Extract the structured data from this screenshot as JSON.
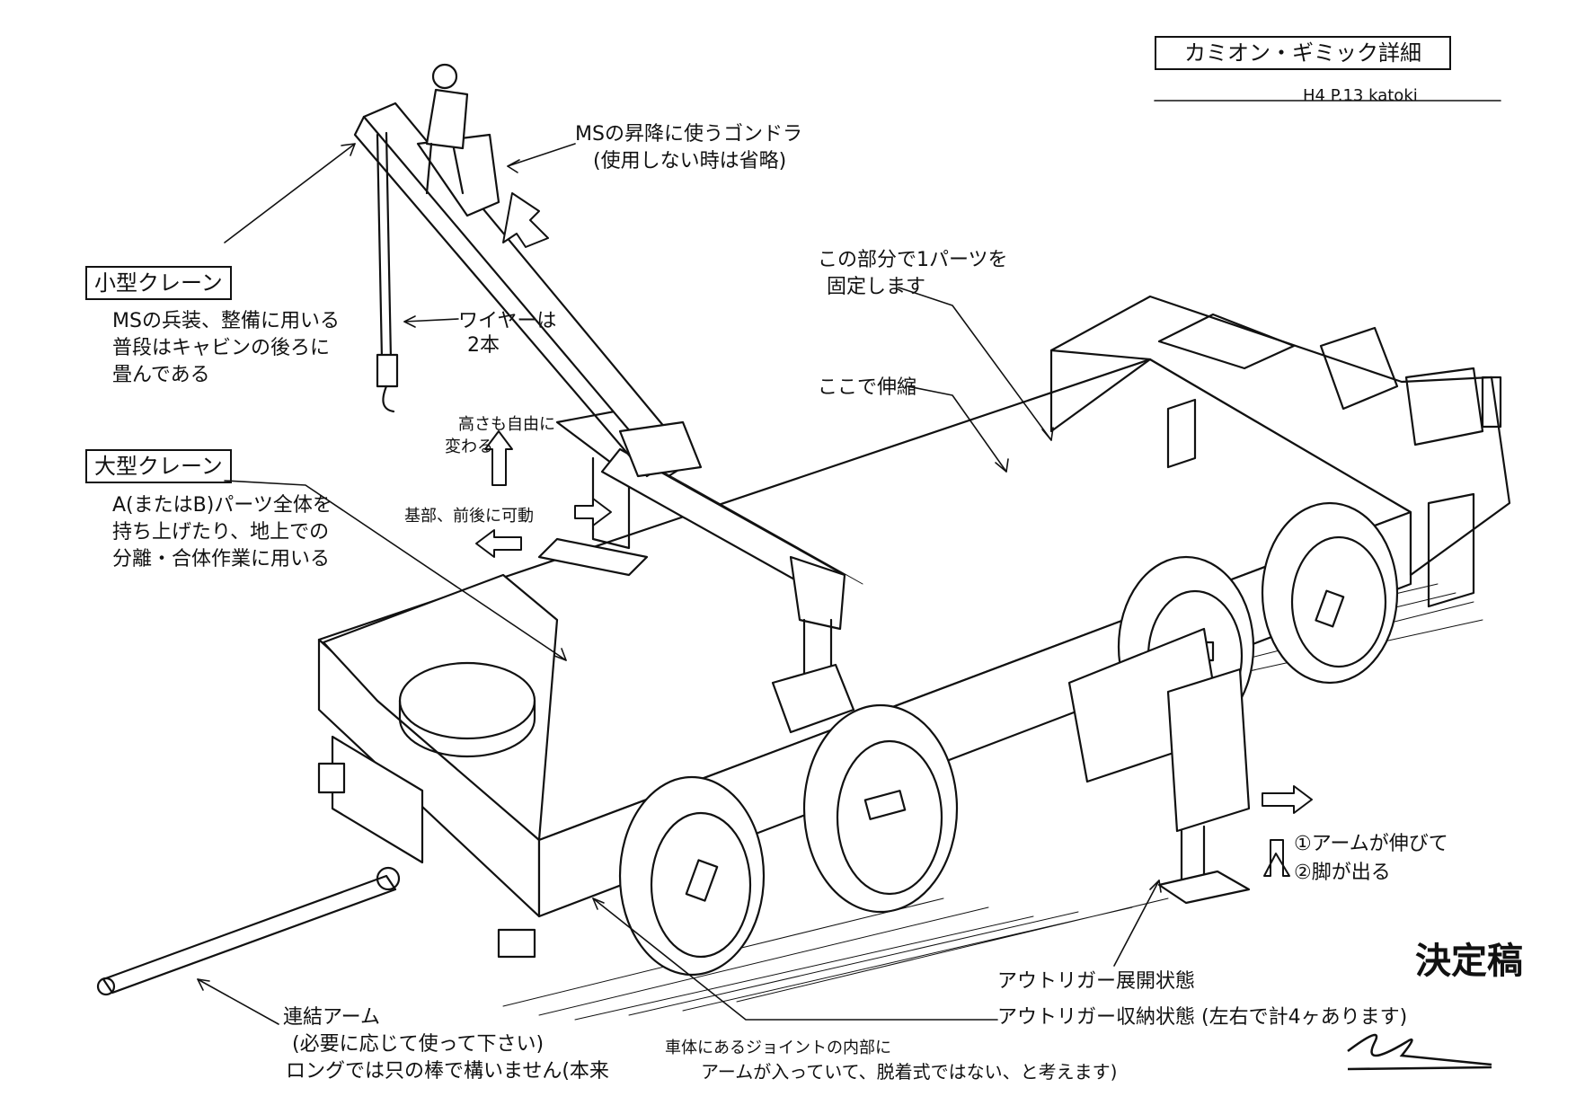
{
  "title": "カミオン・ギミック詳細",
  "ref": "H4 P.13 katoki",
  "stamp": "決定稿",
  "labels": {
    "gondola": "MSの昇降に使うゴンドラ",
    "gondola_note": "(使用しない時は省略)",
    "small_crane": "小型クレーン",
    "small_crane_desc1": "MSの兵装、整備に用いる",
    "small_crane_desc2": "普段はキャビンの後ろに",
    "small_crane_desc3": "畳んである",
    "wire1": "ワイヤーは",
    "wire2": "2本",
    "height1": "高さも自由に",
    "height2": "変わる",
    "base_move": "基部、前後に可動",
    "large_crane": "大型クレーン",
    "large_crane_desc1": "A(またはB)パーツ全体を",
    "large_crane_desc2": "持ち上げたり、地上での",
    "large_crane_desc3": "分離・合体作業に用いる",
    "fix1": "この部分で1パーツを",
    "fix2": "固定します",
    "extend": "ここで伸縮",
    "step1": "①アームが伸びて",
    "step2": "②脚が出る",
    "outrigger_deployed": "アウトリガー展開状態",
    "outrigger_stowed": "アウトリガー収納状態 (左右で計4ヶあります)",
    "link_arm": "連結アーム",
    "link_arm_note1": "(必要に応じて使って下さい)",
    "link_arm_note2": "ロングでは只の棒で構いません(本来",
    "joint_note": "車体にあるジョイントの内部に",
    "arm_note": "アームが入っていて、脱着式ではない、と考えます)"
  },
  "icons": {
    "signature": "signature-icon",
    "arrow": "arrow-icon"
  }
}
